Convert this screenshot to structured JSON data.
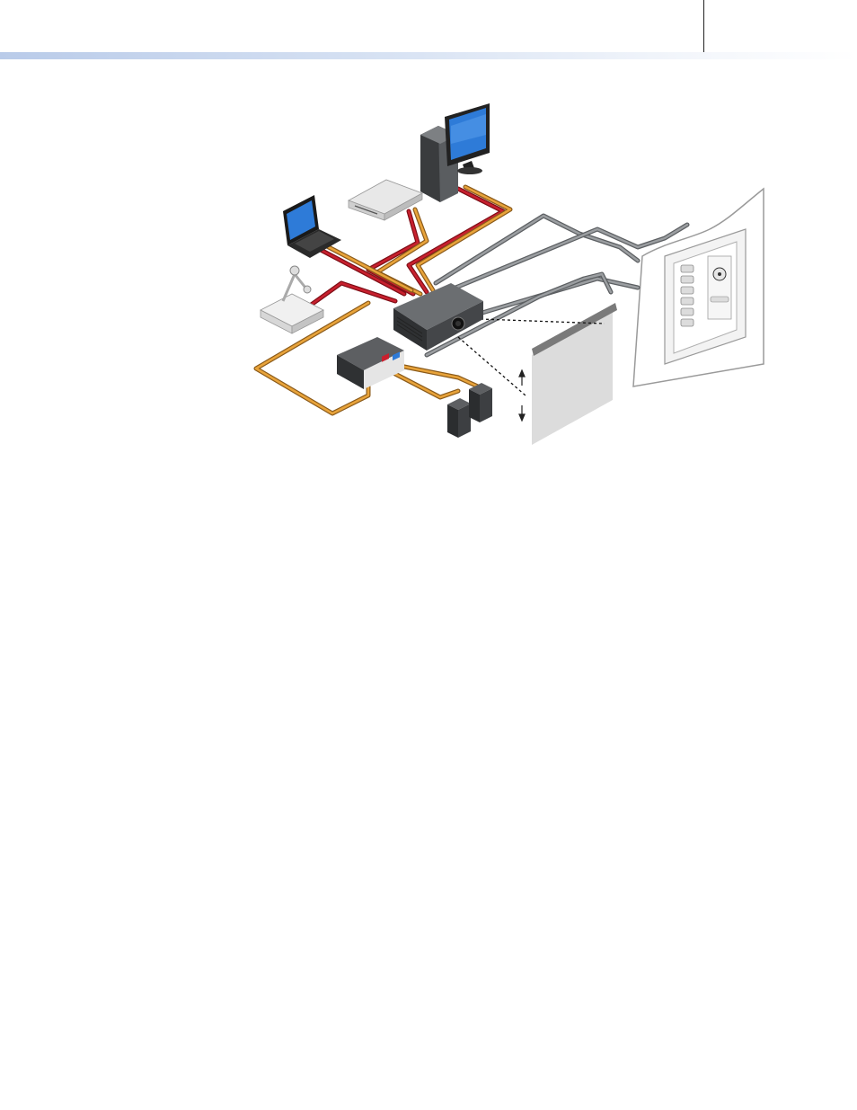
{
  "document": {
    "header_bar_color": "#c6d6ee",
    "figure": {
      "devices": [
        {
          "name": "desktop-pc-with-monitor",
          "icon": "monitor-icon"
        },
        {
          "name": "dvd-player",
          "icon": "disc-player-icon"
        },
        {
          "name": "laptop",
          "icon": "laptop-icon"
        },
        {
          "name": "document-camera",
          "icon": "document-camera-icon"
        },
        {
          "name": "projector",
          "icon": "projector-icon"
        },
        {
          "name": "audio-amplifier",
          "icon": "amplifier-icon"
        },
        {
          "name": "speakers",
          "icon": "speaker-icon"
        },
        {
          "name": "projection-screen",
          "icon": "screen-icon"
        },
        {
          "name": "wall-control-panel",
          "icon": "control-panel-icon"
        }
      ],
      "cable_colors": {
        "video": "#c8202e",
        "audio": "#e8a33a",
        "control": "#7a7d80"
      }
    }
  }
}
